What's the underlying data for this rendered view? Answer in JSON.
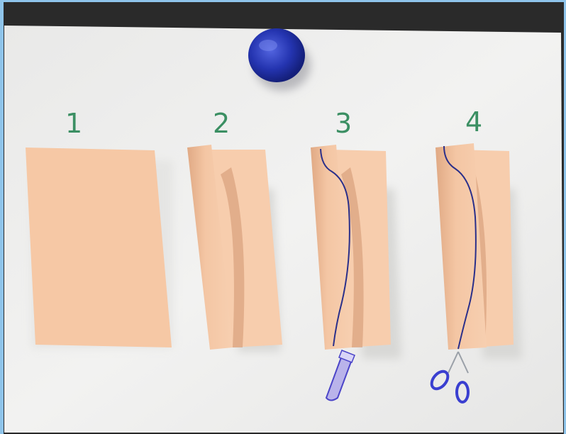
{
  "steps": [
    {
      "number": "1"
    },
    {
      "number": "2"
    },
    {
      "number": "3"
    },
    {
      "number": "4"
    }
  ],
  "colors": {
    "paper": "#f7c9a6",
    "background_sheet": "#f1f1ef",
    "magnet": "#2c3cb6",
    "outline": "#2a2f8a",
    "number_color": "#3b8f63",
    "scissors": "#3a3fd0"
  },
  "icons": {
    "magnet": "magnet-icon",
    "pencil": "pencil-icon",
    "scissors": "scissors-icon"
  }
}
